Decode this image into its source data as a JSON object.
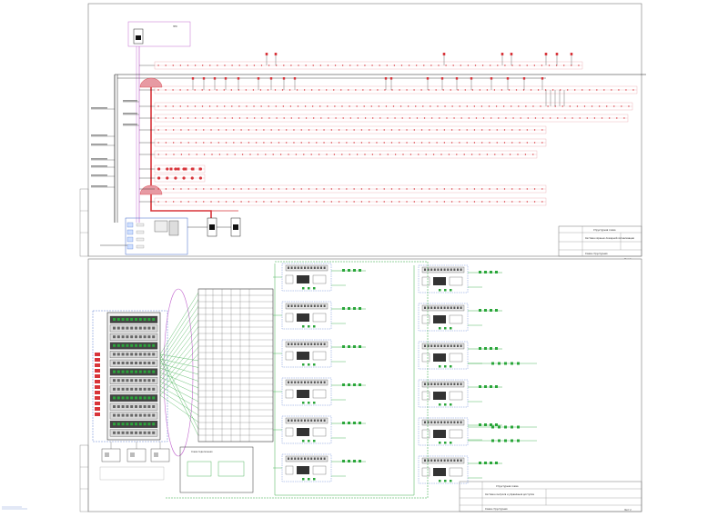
{
  "sheets": [
    {
      "id": "sheet-top",
      "title_block": {
        "line1": "Структурная схема",
        "line2": "Система охранно-пожарной сигнализации",
        "line3": "Схема структурная"
      },
      "page_number": "Лист 1"
    },
    {
      "id": "sheet-bottom",
      "title_block": {
        "line1": "Структурная схема",
        "line2": "Система контроля и управления доступом",
        "line3": "Схема структурная"
      },
      "page_number": "Лист 2"
    }
  ],
  "colors": {
    "red": "#d8343a",
    "pink": "#e79aa3",
    "green": "#2aa63a",
    "magenta": "#c46ad0",
    "black": "#1a1a1a",
    "blue": "#3a63c8"
  },
  "icons": [
    "detector-icon",
    "panel-icon",
    "controller-icon",
    "server-rack-icon"
  ],
  "footer_note": "Схема подключения"
}
